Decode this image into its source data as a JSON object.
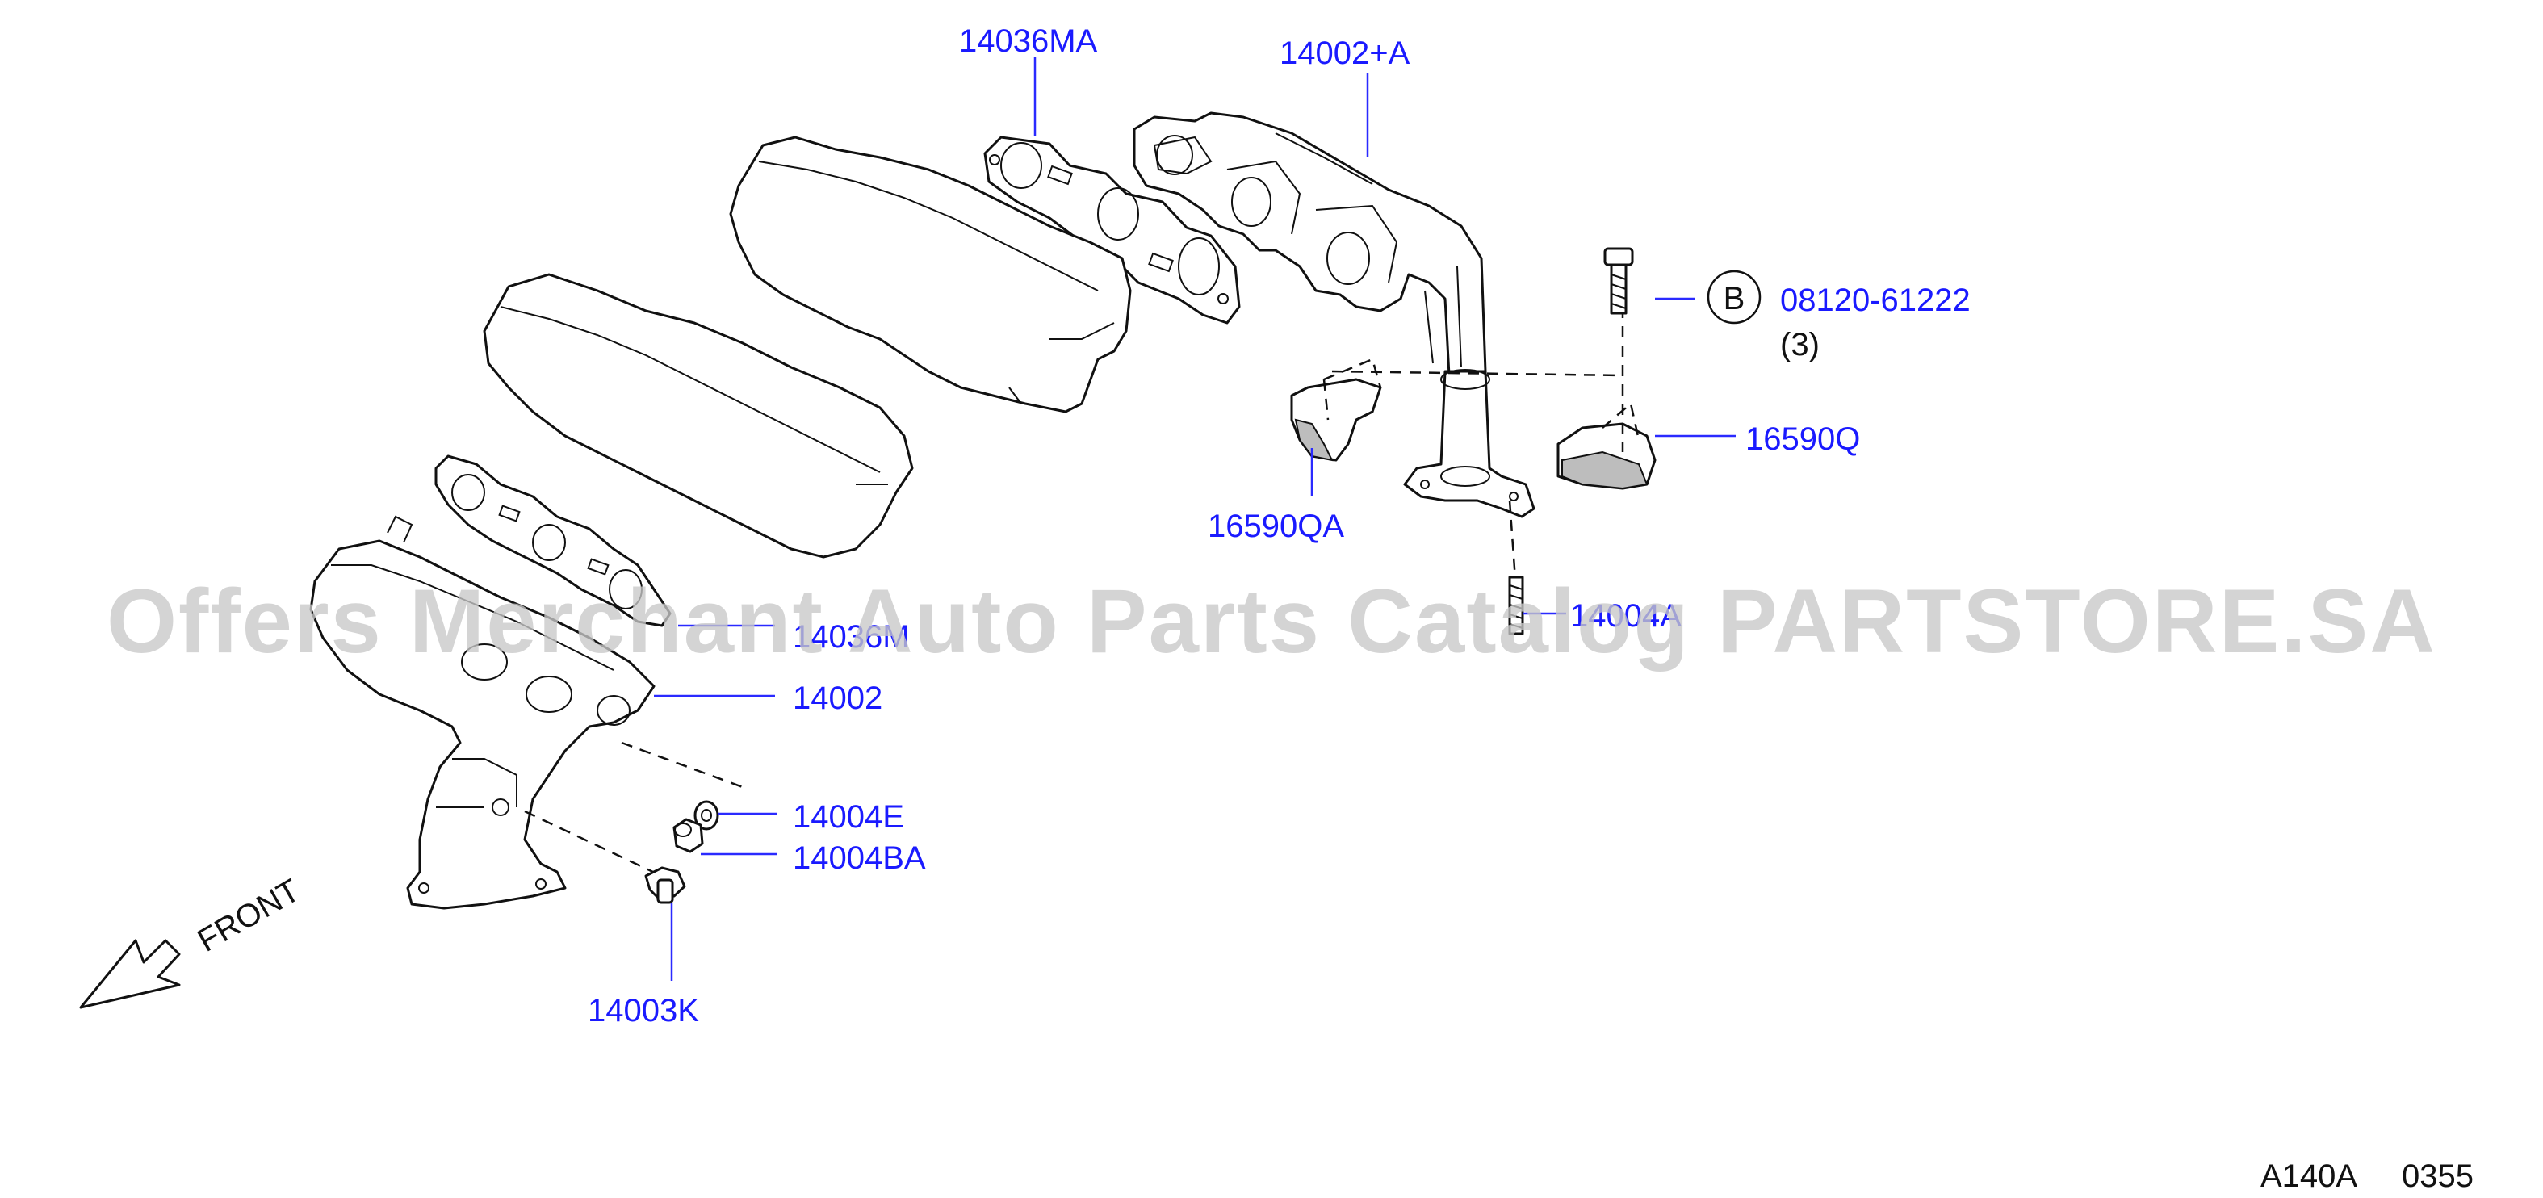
{
  "labels": {
    "p14036MA": "14036MA",
    "p14002A": "14002+A",
    "p08120": "08120-61222",
    "qty3": "(3)",
    "bolt_marker": "B",
    "p16590Q": "16590Q",
    "p16590QA": "16590QA",
    "p14036M": "14036M",
    "p14002": "14002",
    "p14004E": "14004E",
    "p14004BA": "14004BA",
    "p14003K": "14003K",
    "p14004A": "14004A",
    "front": "FRONT"
  },
  "footer": {
    "code": "A140A",
    "number": "0355"
  },
  "watermark": "Offers Merchant Auto Parts Catalog PARTSTORE.SA",
  "colors": {
    "label": "#1a1aff",
    "line": "#111111",
    "watermark": "#c8c8c8"
  }
}
